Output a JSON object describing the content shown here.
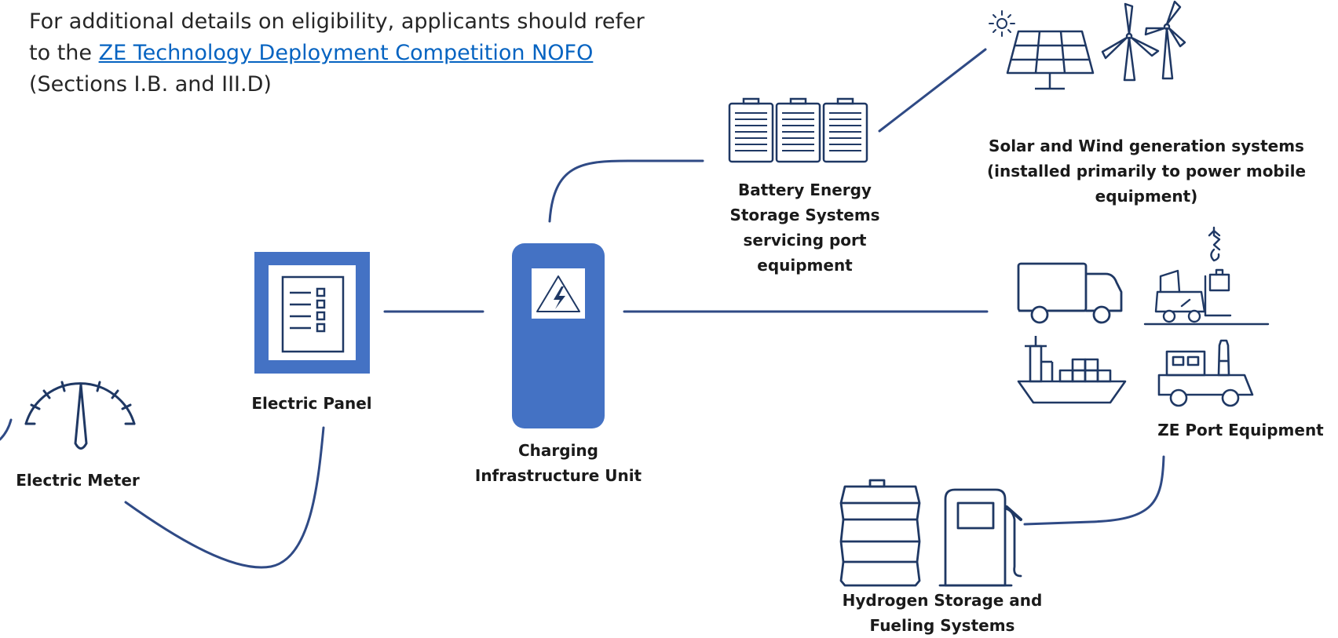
{
  "intro": {
    "text_before": "For additional details on eligibility, applicants should refer to the ",
    "link_text": "ZE Technology Deployment Competition NOFO",
    "text_after": " (Sections I.B. and III.D)"
  },
  "labels": {
    "electric_meter": [
      "Electric Meter"
    ],
    "electric_panel": [
      "Electric Panel"
    ],
    "charging_unit": [
      "Charging",
      "Infrastructure Unit"
    ],
    "battery": [
      "Battery Energy",
      "Storage Systems",
      "servicing port",
      "equipment"
    ],
    "solar_wind": [
      "Solar and Wind generation systems",
      "(installed primarily to power mobile",
      "equipment)"
    ],
    "port_equipment": [
      "ZE Port Equipment"
    ],
    "hydrogen": [
      "Hydrogen Storage and",
      "Fueling Systems"
    ]
  },
  "colors": {
    "accent_blue": "#4472c4",
    "line_navy": "#2f4a85",
    "icon_navy": "#1f3864",
    "link_blue": "#0563c1"
  }
}
